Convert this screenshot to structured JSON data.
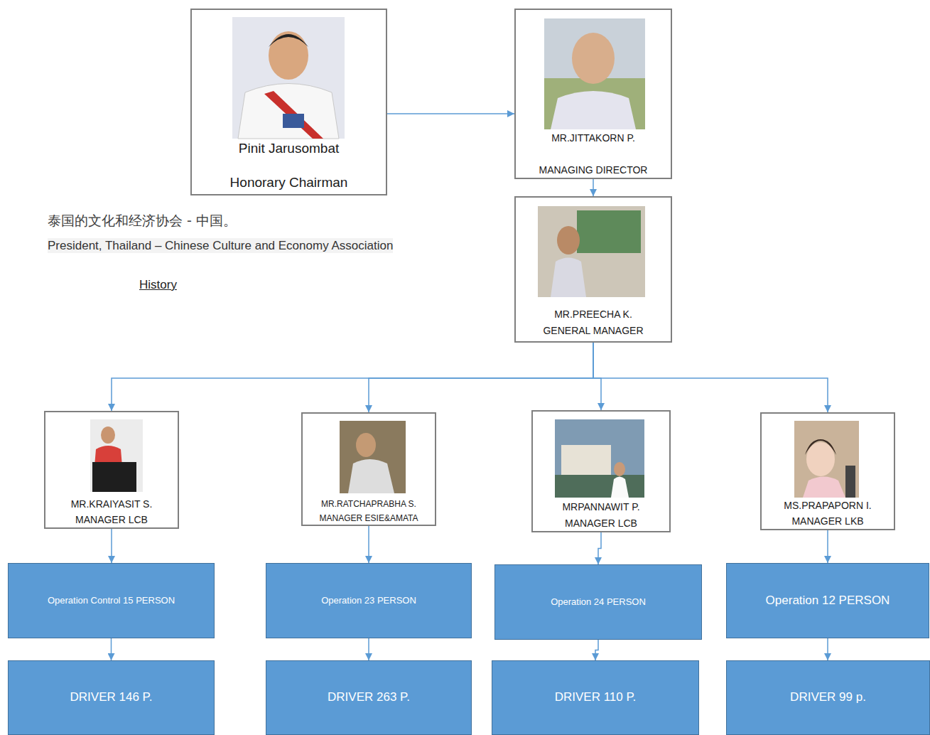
{
  "diagram": {
    "nodes": [
      {
        "text": [
          "Pinit Jarusombat",
          "Honorary Chairman"
        ]
      },
      {
        "text": [
          "MR.JITTAKORN P.",
          "MANAGING DIRECTOR"
        ]
      },
      {
        "text": [
          "MR.PREECHA K.",
          "GENERAL MANAGER"
        ]
      },
      {
        "text": [
          "MR.KRAIYASIT S.",
          "MANAGER LCB"
        ]
      },
      {
        "text": [
          "MR.RATCHAPRABHA S.",
          "MANAGER ESIE&AMATA"
        ]
      },
      {
        "text": [
          "MRPANNAWIT P.",
          "MANAGER LCB"
        ]
      },
      {
        "text": [
          "MS.PRAPAPORN I.",
          "MANAGER LKB"
        ]
      },
      {
        "text": [
          "Operation Control 15 PERSON"
        ]
      },
      {
        "text": [
          "Operation 23 PERSON"
        ]
      },
      {
        "text": [
          "Operation 24 PERSON"
        ]
      },
      {
        "text": [
          "Operation 12 PERSON"
        ]
      },
      {
        "text": [
          "DRIVER 146 P."
        ]
      },
      {
        "text": [
          "DRIVER 263 P."
        ]
      },
      {
        "text": [
          "DRIVER 110 P."
        ]
      },
      {
        "text": [
          "DRIVER 99 p."
        ]
      }
    ],
    "edges": [
      {
        "from": 0,
        "to": 1,
        "arrow": "to"
      },
      {
        "from": 1,
        "to": 2,
        "arrow": "to"
      },
      {
        "from": 2,
        "to": 3,
        "arrow": "to"
      },
      {
        "from": 2,
        "to": 4,
        "arrow": "to"
      },
      {
        "from": 2,
        "to": 5,
        "arrow": "to"
      },
      {
        "from": 2,
        "to": 6,
        "arrow": "to"
      },
      {
        "from": 3,
        "to": 7,
        "arrow": "to"
      },
      {
        "from": 4,
        "to": 8,
        "arrow": "to"
      },
      {
        "from": 5,
        "to": 9,
        "arrow": "to"
      },
      {
        "from": 6,
        "to": 10,
        "arrow": "to"
      },
      {
        "from": 7,
        "to": 11,
        "arrow": "to"
      },
      {
        "from": 8,
        "to": 12,
        "arrow": "to"
      },
      {
        "from": 9,
        "to": 13,
        "arrow": "to"
      },
      {
        "from": 10,
        "to": 14,
        "arrow": "to"
      }
    ],
    "labels": [
      "泰国的文化和经济协会 - 中国。",
      "President, Thailand – Chinese Culture and Economy Association",
      "History"
    ]
  }
}
